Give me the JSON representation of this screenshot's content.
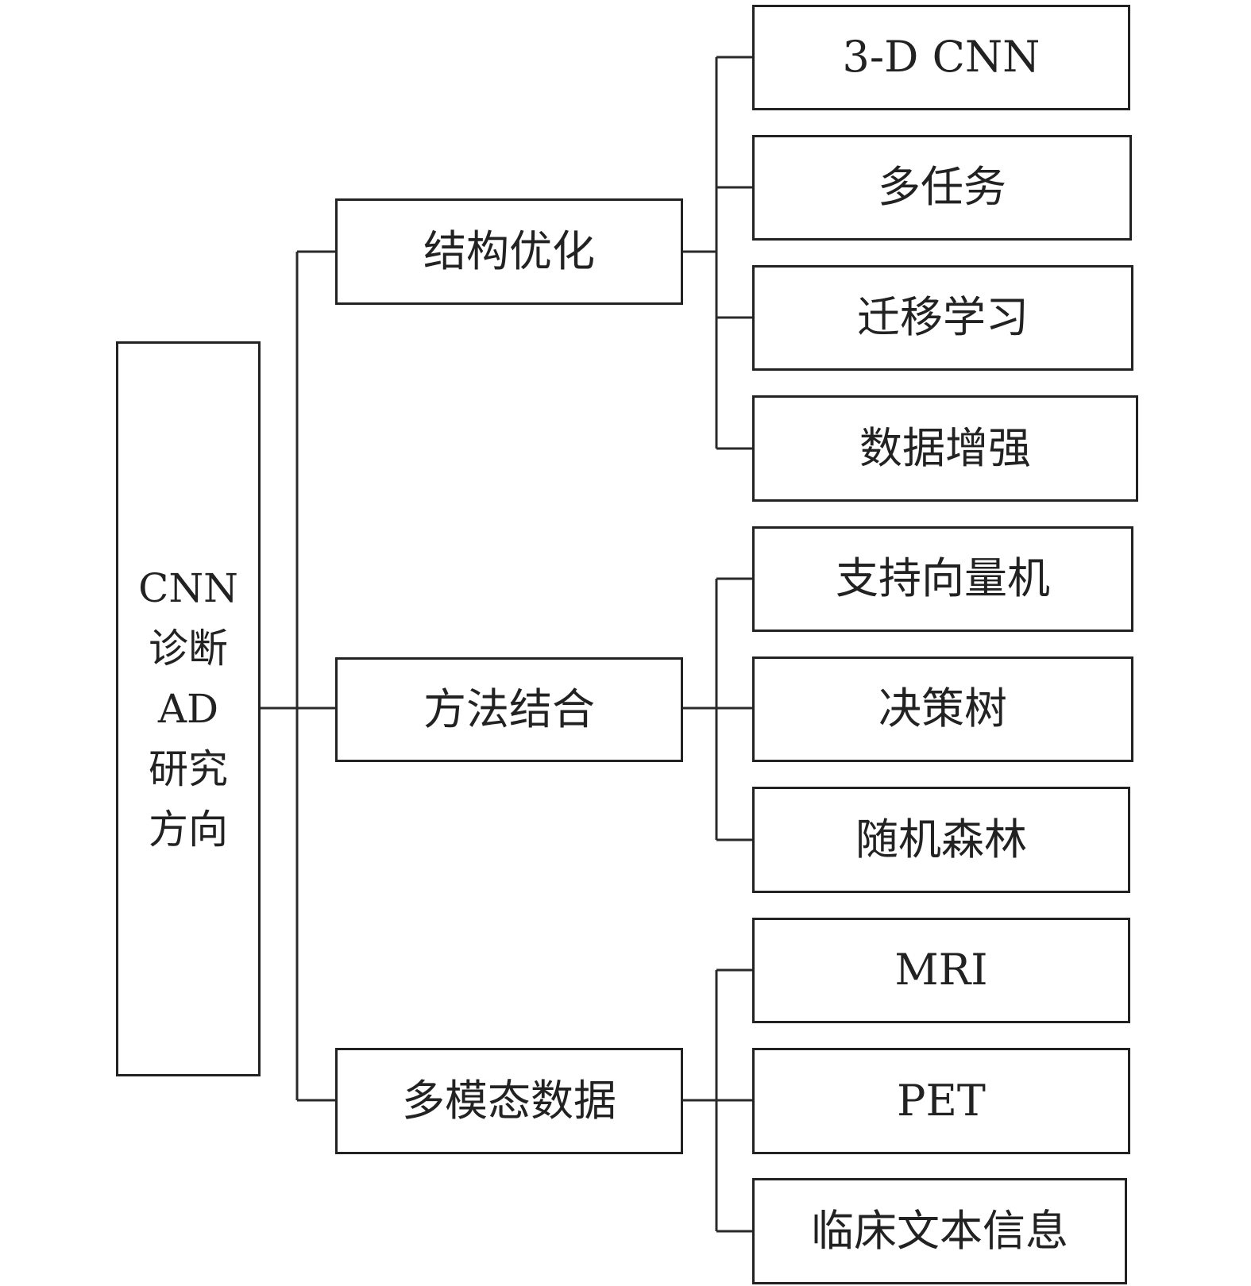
{
  "root": {
    "lines": [
      "CNN",
      "诊断",
      "AD",
      "研究",
      "方向"
    ]
  },
  "categories": [
    {
      "label": "结构优化",
      "children": [
        "3-D CNN",
        "多任务",
        "迁移学习",
        "数据增强"
      ]
    },
    {
      "label": "方法结合",
      "children": [
        "支持向量机",
        "决策树",
        "随机森林"
      ]
    },
    {
      "label": "多模态数据",
      "children": [
        "MRI",
        "PET",
        "临床文本信息"
      ]
    }
  ]
}
